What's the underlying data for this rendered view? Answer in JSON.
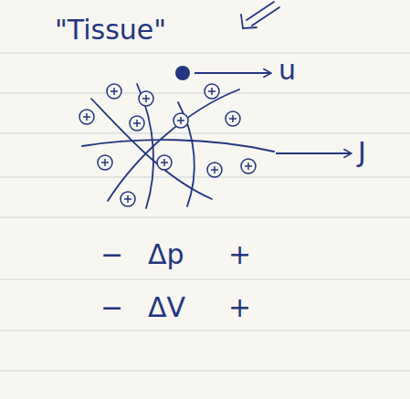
{
  "diagram": {
    "labels": [
      "\"Tissue\"",
      "u",
      "J",
      "−",
      "Δp",
      "+",
      "−",
      "ΔV",
      "+"
    ]
  }
}
